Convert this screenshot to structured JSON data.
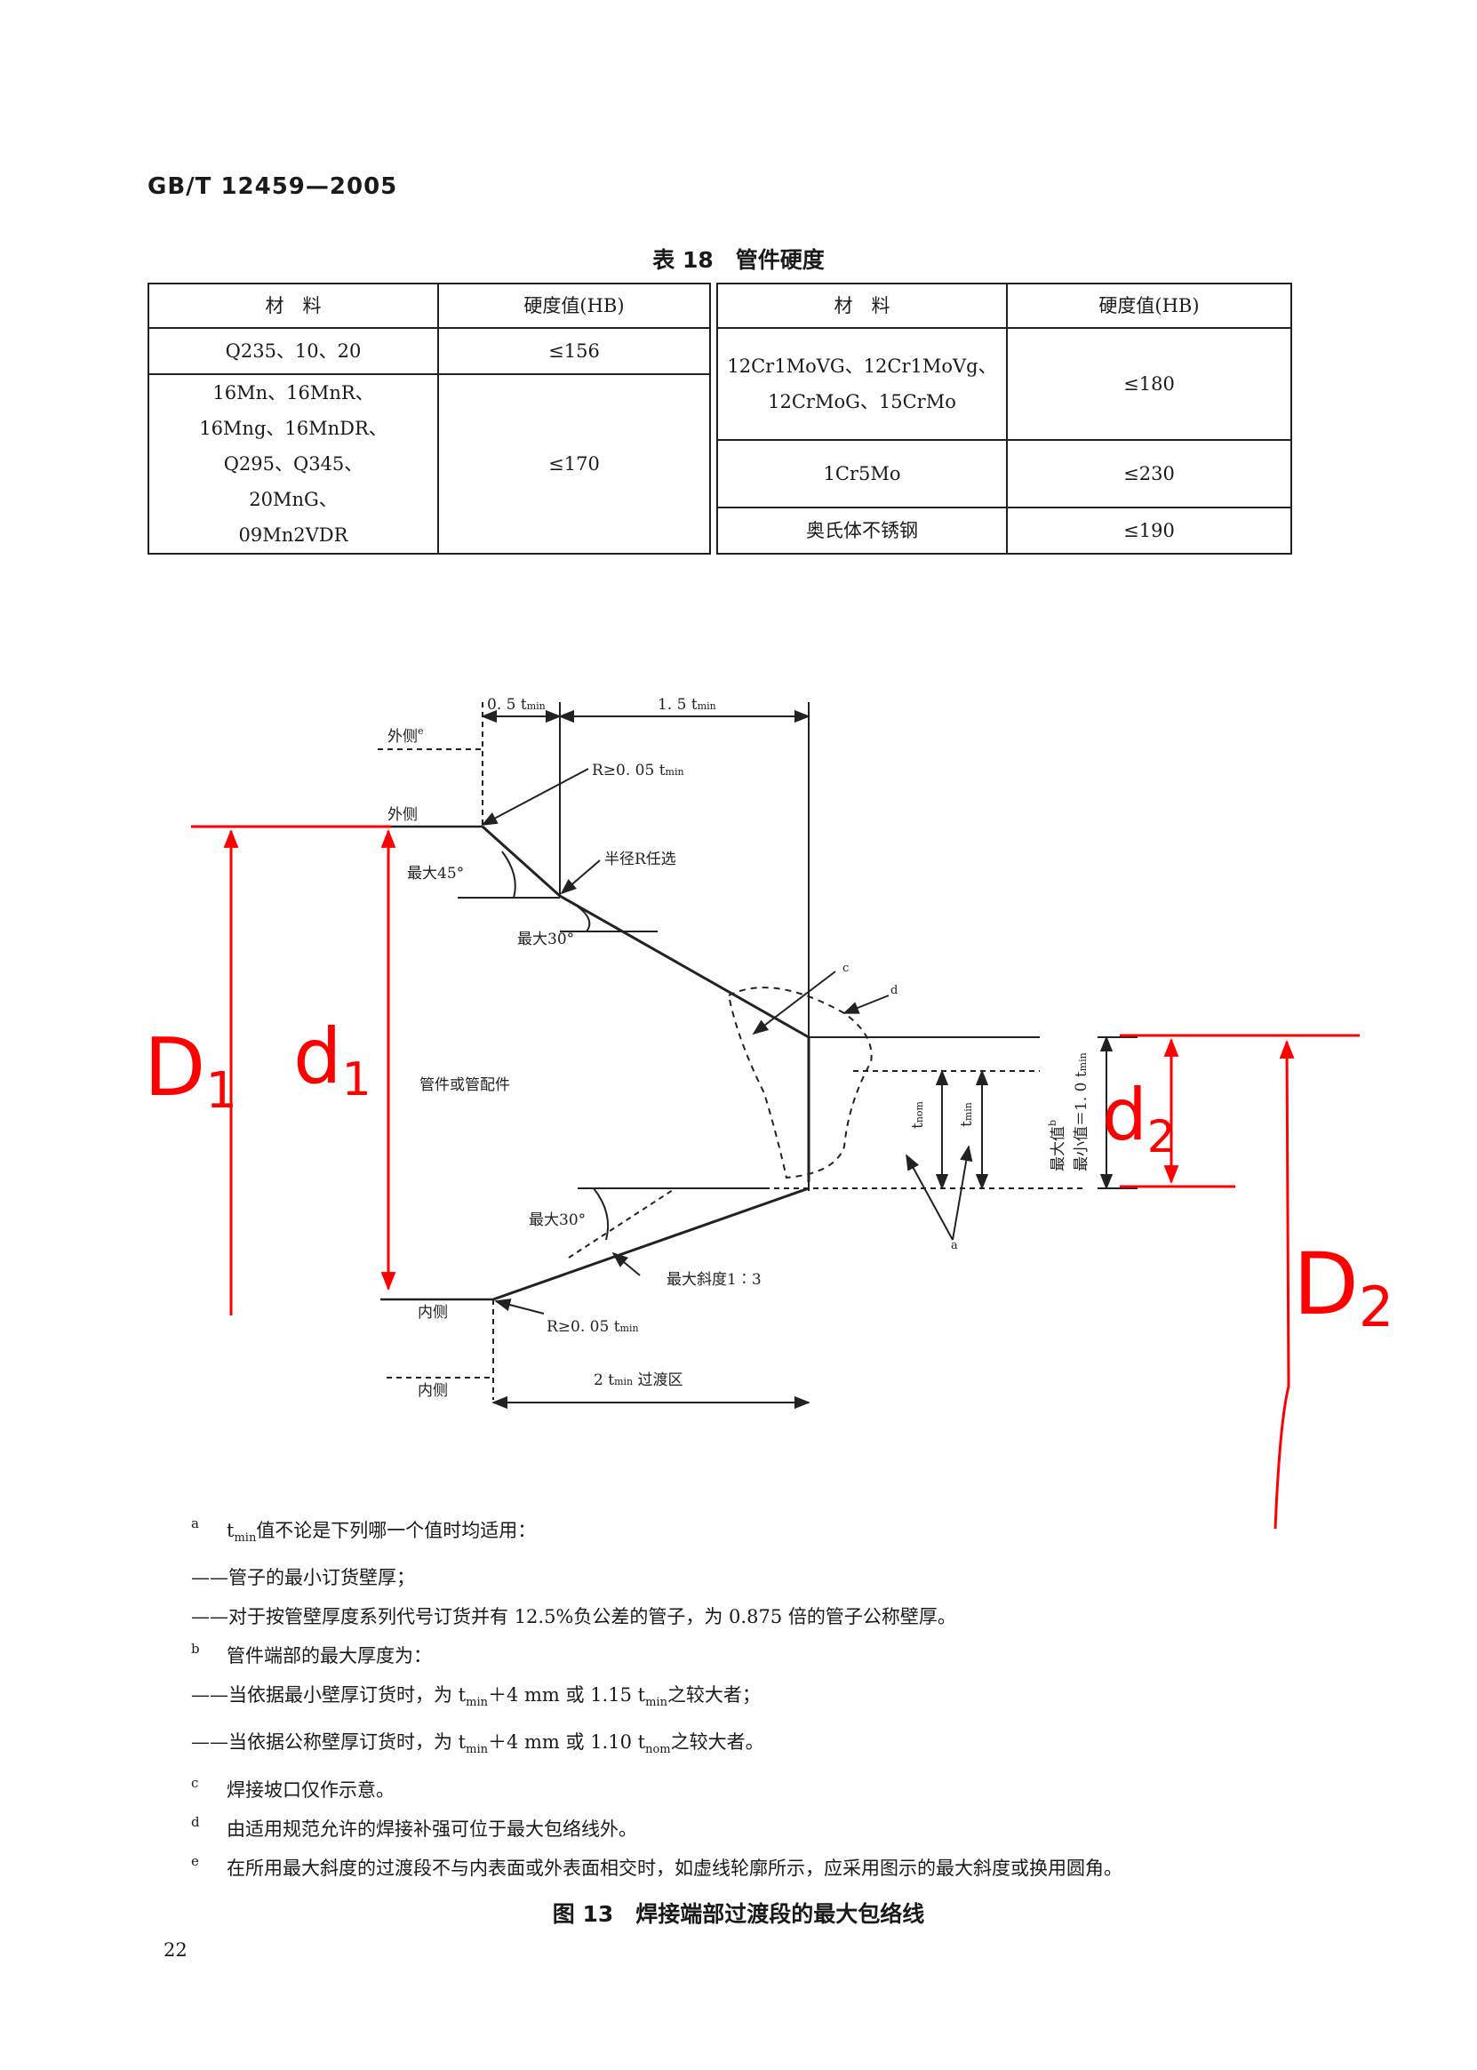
{
  "header": {
    "standard_number": "GB/T 12459—2005"
  },
  "table": {
    "title": "表 18　管件硬度",
    "headers": {
      "material": "材　料",
      "hardness": "硬度值(HB)"
    },
    "left_rows": [
      {
        "material_lines": [
          "Q235、10、20"
        ],
        "hardness": "≤156"
      },
      {
        "material_lines": [
          "16Mn、16MnR、",
          "16Mng、16MnDR、",
          "Q295、Q345、",
          "20MnG、",
          "09Mn2VDR"
        ],
        "hardness": "≤170"
      }
    ],
    "right_rows": [
      {
        "material_lines": [
          "12Cr1MoVG、12Cr1MoVg、",
          "12CrMoG、15CrMo"
        ],
        "hardness": "≤180"
      },
      {
        "material_lines": [
          "1Cr5Mo"
        ],
        "hardness": "≤230"
      },
      {
        "material_lines": [
          "奥氏体不锈钢"
        ],
        "hardness": "≤190"
      }
    ]
  },
  "figure": {
    "labels": {
      "dim_05": "0. 5 t",
      "dim_05_sub": "min",
      "dim_15": "1. 5 t",
      "dim_15_sub": "min",
      "outer_e": "外侧",
      "outer_e_sup": "e",
      "outer": "外侧",
      "r_top": "R≥0. 05 t",
      "r_top_sub": "min",
      "radius_any": "半径R任选",
      "max45": "最大45°",
      "max30_top": "最大30°",
      "pipe": "管件或管配件",
      "c": "c",
      "d": "d",
      "t_nom": "t",
      "t_nom_sub": "nom",
      "t_min": "t",
      "t_min_sub": "min",
      "max_b": "最大值",
      "max_b_sup": "b",
      "min_val": "最小值＝1. 0 t",
      "min_val_sub": "min",
      "a": "a",
      "max30_bottom": "最大30°",
      "slope": "最大斜度1∶3",
      "inner": "内侧",
      "r_bottom": "R≥0. 05 t",
      "r_bottom_sub": "min",
      "inner2": "内侧",
      "transition": "2 t",
      "transition_sub": "min",
      "transition_tail": " 过渡区"
    },
    "handwritten": {
      "D1": "D1",
      "d1": "d1",
      "d2": "d2",
      "D2": "D2",
      "color": "#ff0000"
    }
  },
  "notes": [
    {
      "mark": "a",
      "text": "t",
      "sub": "min",
      "text2": "值不论是下列哪一个值时均适用："
    },
    {
      "mark": "",
      "text": "——管子的最小订货壁厚；"
    },
    {
      "mark": "",
      "text": "——对于按管壁厚度系列代号订货并有 12.5%负公差的管子，为 0.875 倍的管子公称壁厚。"
    },
    {
      "mark": "b",
      "text": "管件端部的最大厚度为："
    },
    {
      "mark": "",
      "text": "——当依据最小壁厚订货时，为 t",
      "sub": "min",
      "text2": "＋4 mm 或 1.15 t",
      "sub2": "min",
      "text3": "之较大者；"
    },
    {
      "mark": "",
      "text": "——当依据公称壁厚订货时，为 t",
      "sub": "min",
      "text2": "＋4 mm 或 1.10 t",
      "sub2": "nom",
      "text3": "之较大者。"
    },
    {
      "mark": "c",
      "text": "焊接坡口仅作示意。"
    },
    {
      "mark": "d",
      "text": "由适用规范允许的焊接补强可位于最大包络线外。"
    },
    {
      "mark": "e",
      "text": "在所用最大斜度的过渡段不与内表面或外表面相交时，如虚线轮廓所示，应采用图示的最大斜度或换用圆角。"
    }
  ],
  "figure_title": "图 13　焊接端部过渡段的最大包络线",
  "page_number": "22"
}
